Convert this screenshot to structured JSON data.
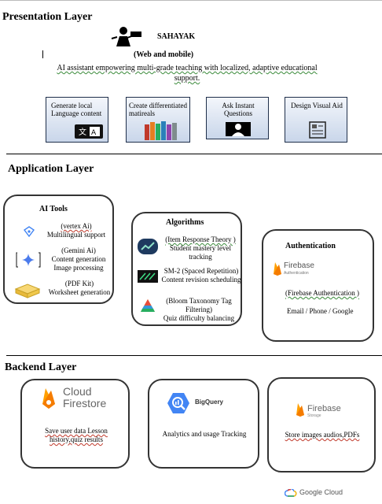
{
  "presentation": {
    "title": "Presentation Layer",
    "app_name": "SAHAYAK",
    "platform": "(Web and mobile)",
    "description": "AI assistant empowering multi-grade teaching with localized, adaptive educational support.",
    "features": [
      {
        "label": "Generate  local Language content",
        "icon": "translate-icon"
      },
      {
        "label": "Create differentiated matireals",
        "icon": "books-icon"
      },
      {
        "label": "Ask Instant Questions",
        "icon": "person-question-icon"
      },
      {
        "label": "Design Visual Aid",
        "icon": "visual-aid-icon"
      }
    ]
  },
  "application": {
    "title": "Application Layer",
    "ai_tools": {
      "title": "AI Tools",
      "items": [
        {
          "name": "(vertex Ai)",
          "desc": "Multilingual support"
        },
        {
          "name": "(Gemini Ai)",
          "desc": "Content generation Image processing"
        },
        {
          "name": "(PDF Kit)",
          "desc": "Worksheet generation"
        }
      ]
    },
    "algorithms": {
      "title": "Algorithms",
      "items": [
        {
          "name": "(Item Response Theory )",
          "desc": "Student mastery level tracking"
        },
        {
          "name": "SM-2 (Spaced Repetition)",
          "desc": "Content revision scheduling"
        },
        {
          "name": "(Bloom Taxonomy Tag Filtering)",
          "desc": "Quiz difficulty balancing"
        }
      ]
    },
    "auth": {
      "title": "Authentication",
      "logo": "Firebase",
      "logo_sub": "Authentication",
      "service": "(Firebase Authentication )",
      "methods": "Email / Phone / Google"
    }
  },
  "backend": {
    "title": "Backend Layer",
    "services": [
      {
        "logo_line1": "Cloud",
        "logo_line2": "Firestore",
        "desc": "Save user data Lesson history,quiz results"
      },
      {
        "logo_line1": "BigQuery",
        "desc": "Analytics and usage Tracking"
      },
      {
        "logo_line1": "Firebase",
        "logo_sub": "Storage",
        "desc": "Store images audios,PDFs"
      }
    ],
    "footer_logo": "Google Cloud"
  },
  "colors": {
    "border": "#333333",
    "feature_border": "#1f2f4a",
    "firebase_orange": "#f5a623",
    "google_blue": "#4285f4"
  }
}
